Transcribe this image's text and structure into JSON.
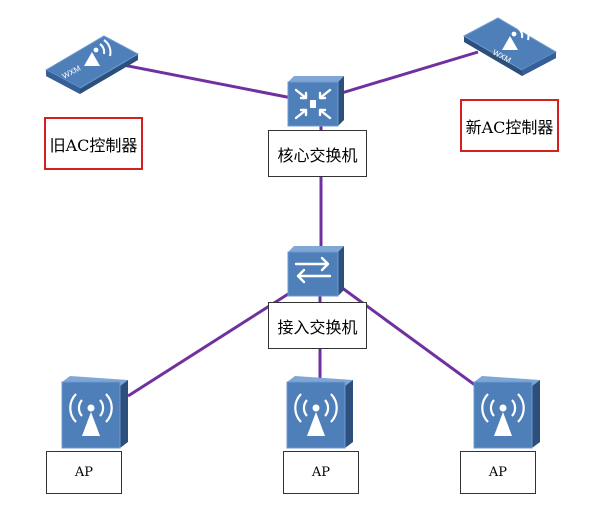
{
  "diagram": {
    "devices": {
      "old_ac": {
        "label": "旧AC控制器",
        "icon_text": "WXM",
        "icon": "wireless-controller-icon"
      },
      "new_ac": {
        "label": "新AC控制器",
        "icon_text": "WXM",
        "icon": "wireless-controller-icon"
      },
      "core_switch": {
        "label": "核心交换机",
        "icon": "core-switch-icon"
      },
      "access_switch": {
        "label": "接入交换机",
        "icon": "access-switch-icon"
      },
      "ap_left": {
        "label": "AP",
        "icon": "access-point-icon"
      },
      "ap_middle": {
        "label": "AP",
        "icon": "access-point-icon"
      },
      "ap_right": {
        "label": "AP",
        "icon": "access-point-icon"
      }
    },
    "links": [
      [
        "old_ac",
        "core_switch"
      ],
      [
        "new_ac",
        "core_switch"
      ],
      [
        "core_switch",
        "access_switch"
      ],
      [
        "access_switch",
        "ap_left"
      ],
      [
        "access_switch",
        "ap_middle"
      ],
      [
        "access_switch",
        "ap_right"
      ]
    ],
    "colors": {
      "link": "#7030a0",
      "device_top": "#4f7fb8",
      "device_side": "#2c4f7c",
      "highlight_border": "#d62020"
    }
  }
}
